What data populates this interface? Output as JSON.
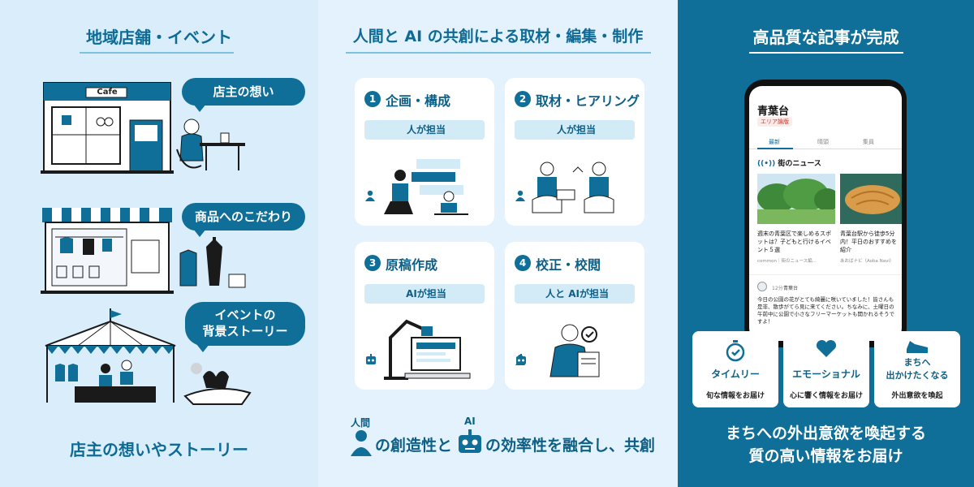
{
  "panel1": {
    "title": "地域店舗・イベント",
    "bubbles": [
      "店主の想い",
      "商品へのこだわり",
      "イベントの",
      "背景ストーリー"
    ],
    "cafe_sign": "Cafe",
    "footer": "店主の想いやストーリー"
  },
  "panel2": {
    "title": "人間と AI の共創による取材・編集・制作",
    "cards": [
      {
        "num": "1",
        "title": "企画・構成",
        "role": "人が担当"
      },
      {
        "num": "2",
        "title": "取材・ヒアリング",
        "role": "人が担当"
      },
      {
        "num": "3",
        "title": "原稿作成",
        "role": "AIが担当"
      },
      {
        "num": "4",
        "title": "校正・校閲",
        "role": "人と AIが担当"
      }
    ],
    "footer_human_label": "人間",
    "footer_ai_label": "AI",
    "footer_part1": "の創造性と",
    "footer_part2": "の効率性を融合し、共創"
  },
  "panel3": {
    "title": "高品質な記事が完成",
    "phone": {
      "place": "青葉台",
      "tag": "エリア論版",
      "tabs": [
        "最新",
        "晴頭",
        "集員"
      ],
      "section": "街のニュース",
      "articles": [
        {
          "text": "週末の青葉区で楽しめるスポットは？子どもと行けるイベント５選",
          "meta": "common｜街のニュース編..."
        },
        {
          "text": "青葉台駅から徒歩5分内！平日のおすすめを紹介",
          "meta": "あおばナビ（Aoba Navi）"
        }
      ],
      "post_user": "青葉台",
      "post_time": "12分",
      "post_text": "今日の公園の花がとても綺麗に咲いていました！皆さんも是非、散歩がてら見に来てください。ちなみに、土曜日の午前中に公園で小さなフリーマーケットも開かれるそうですよ！"
    },
    "features": [
      {
        "title": "タイムリー",
        "desc": "旬な情報をお届け"
      },
      {
        "title": "エモーショナル",
        "desc": "心に響く情報をお届け"
      },
      {
        "title": "まちへ",
        "title2": "出かけたくなる",
        "desc": "外出意欲を喚起"
      }
    ],
    "footer_line1": "まちへの外出意欲を喚起する",
    "footer_line2": "質の高い情報をお届け"
  },
  "colors": {
    "primary": "#0f6f98",
    "light": "#d9edfa",
    "accent": "#7cc1e0"
  }
}
